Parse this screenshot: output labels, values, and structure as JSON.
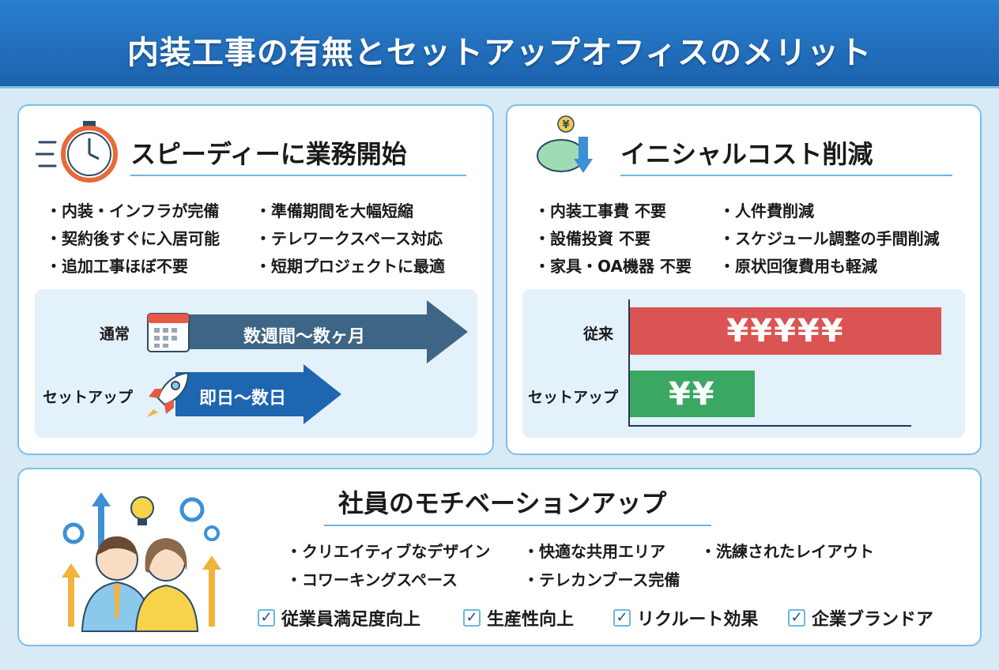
{
  "title": "内装工事の有無とセットアップオフィスのメリット",
  "speed": {
    "title": "スピーディーに業務開始",
    "bullets_left": [
      "内装・インフラが完備",
      "契約後すぐに入居可能",
      "追加工事ほぼ不要"
    ],
    "bullets_right": [
      "準備期間を大幅短縮",
      "テレワークスペース対応",
      "短期プロジェクトに最適"
    ],
    "normal_label": "通常",
    "normal_duration": "数週間〜数ヶ月",
    "setup_label": "セットアップ",
    "setup_duration": "即日〜数日"
  },
  "cost": {
    "title": "イニシャルコスト削減",
    "bullets_left": [
      "内装工事費 不要",
      "設備投資 不要",
      "家具・OA機器 不要"
    ],
    "bullets_right": [
      "人件費削減",
      "スケジュール調整の手間削減",
      "原状回復費用も軽減"
    ],
    "bars": [
      {
        "label": "従来",
        "text": "¥¥¥¥¥",
        "value": 5,
        "color": "#d95452"
      },
      {
        "label": "セットアップ",
        "text": "¥¥",
        "value": 2,
        "color": "#3aa862"
      }
    ]
  },
  "motivation": {
    "title": "社員のモチベーションアップ",
    "bullets": [
      "クリエイティブなデザイン",
      "快適な共用エリア",
      "洗練されたレイアウト",
      "コワーキングスペース",
      "テレカンブース完備"
    ],
    "checks": [
      "従業員満足度向上",
      "生産性向上",
      "リクルート効果",
      "企業ブランドア"
    ]
  }
}
